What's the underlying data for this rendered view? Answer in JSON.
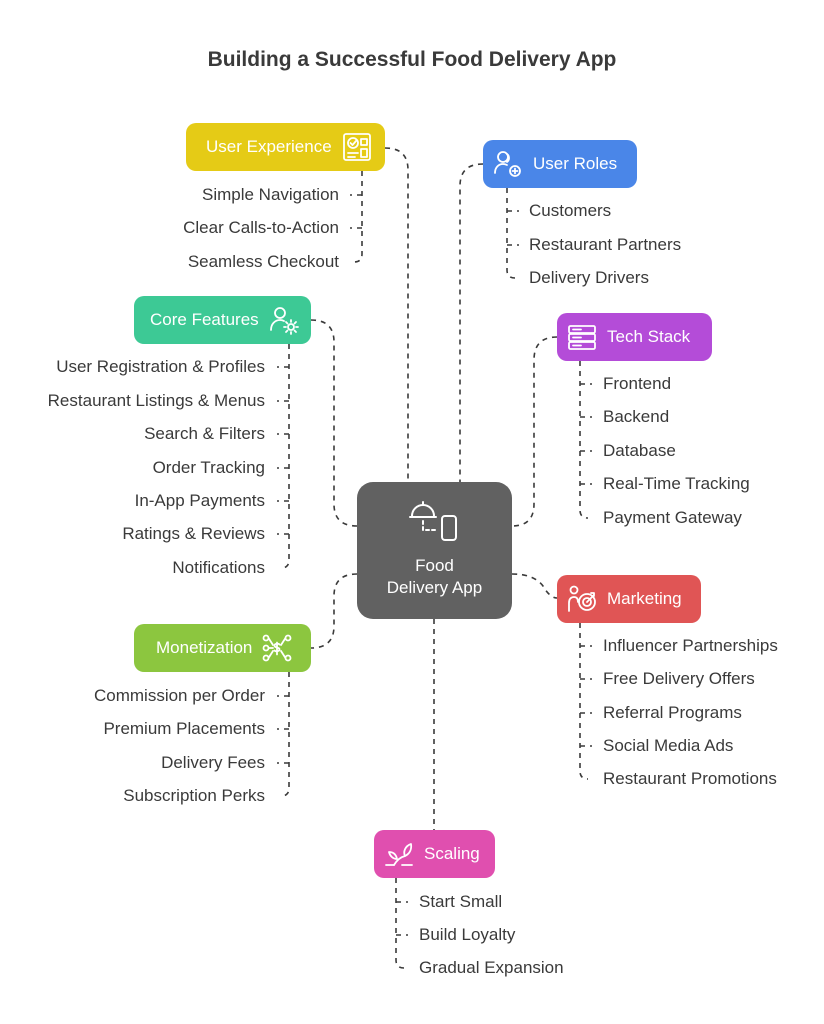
{
  "title": "Building a Successful Food Delivery App",
  "center": {
    "label_line1": "Food",
    "label_line2": "Delivery App",
    "icon": "food-delivery-icon"
  },
  "branches": {
    "user_experience": {
      "label": "User Experience",
      "color": "#E5CB16",
      "icon": "checklist-icon",
      "items": [
        "Simple Navigation",
        "Clear Calls-to-Action",
        "Seamless Checkout"
      ]
    },
    "user_roles": {
      "label": "User Roles",
      "color": "#4A86E8",
      "icon": "users-icon",
      "items": [
        "Customers",
        "Restaurant Partners",
        "Delivery Drivers"
      ]
    },
    "core_features": {
      "label": "Core Features",
      "color": "#3DC995",
      "icon": "user-gear-icon",
      "items": [
        "User Registration & Profiles",
        "Restaurant Listings & Menus",
        "Search & Filters",
        "Order Tracking",
        "In-App Payments",
        "Ratings & Reviews",
        "Notifications"
      ]
    },
    "tech_stack": {
      "label": "Tech Stack",
      "color": "#B44CD8",
      "icon": "server-stack-icon",
      "items": [
        "Frontend",
        "Backend",
        "Database",
        "Real-Time Tracking",
        "Payment Gateway"
      ]
    },
    "marketing": {
      "label": "Marketing",
      "color": "#E05555",
      "icon": "target-person-icon",
      "items": [
        "Influencer Partnerships",
        "Free Delivery Offers",
        "Referral Programs",
        "Social Media Ads",
        "Restaurant Promotions"
      ]
    },
    "monetization": {
      "label": "Monetization",
      "color": "#8CC63F",
      "icon": "network-dollar-icon",
      "items": [
        "Commission per Order",
        "Premium Placements",
        "Delivery Fees",
        "Subscription Perks"
      ]
    },
    "scaling": {
      "label": "Scaling",
      "color": "#E04FAF",
      "icon": "growing-plant-icon",
      "items": [
        "Start Small",
        "Build Loyalty",
        "Gradual Expansion"
      ]
    }
  }
}
